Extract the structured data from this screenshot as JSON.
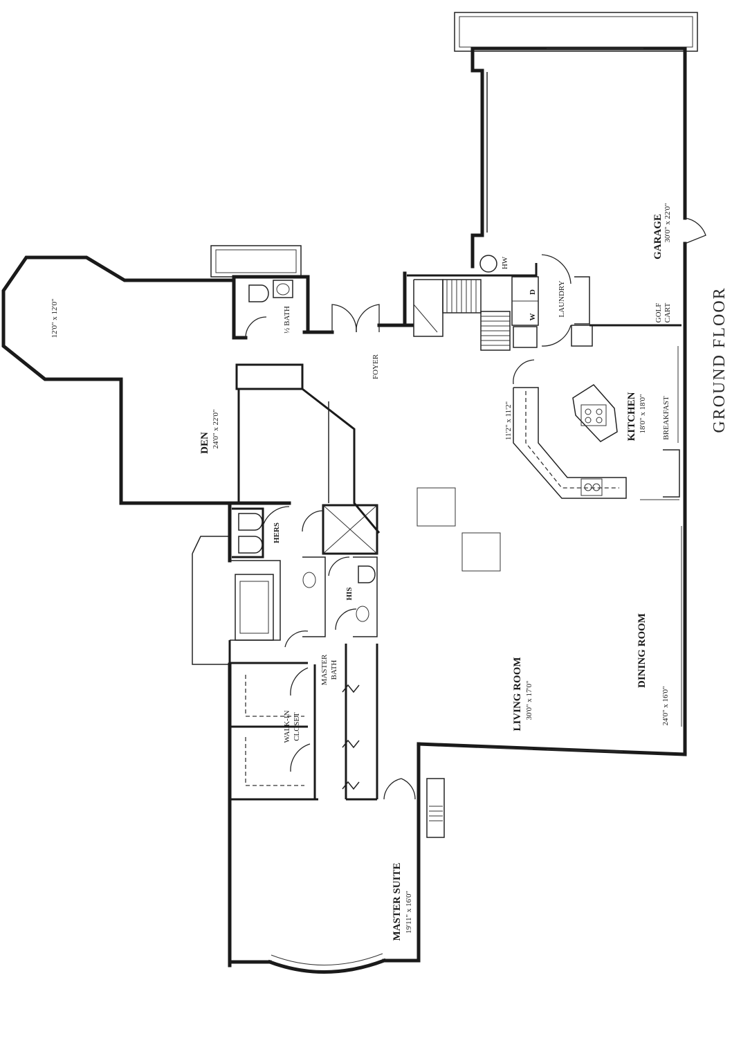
{
  "plan_title": "GROUND FLOOR",
  "rooms": {
    "garage": {
      "name": "GARAGE",
      "dims": "30'0\" x 22'0\""
    },
    "golf_cart": {
      "name": "GOLF",
      "name2": "CART"
    },
    "laundry": {
      "name": "LAUNDRY",
      "washer": "W",
      "dryer": "D"
    },
    "hw": {
      "name": "HW"
    },
    "kitchen": {
      "name": "KITCHEN",
      "dims": "18'0\" x 18'0\"",
      "breakfast": "BREAKFAST"
    },
    "foyer": {
      "name": "FOYER"
    },
    "foyer_area": {
      "dims": "11'2\" x 11'2\""
    },
    "half_bath": {
      "name": "½ BATH"
    },
    "bay": {
      "dims": "12'0\" x 12'0\""
    },
    "den": {
      "name": "DEN",
      "dims": "24'0\" x 22'0\""
    },
    "hers": {
      "name": "HERS"
    },
    "his": {
      "name": "HIS"
    },
    "master_bath": {
      "name": "MASTER",
      "name2": "BATH"
    },
    "walk_in": {
      "name": "WALK-IN",
      "name2": "CLOSET"
    },
    "living": {
      "name": "LIVING ROOM",
      "dims": "30'0\" x 17'0\""
    },
    "dining": {
      "name": "DINING ROOM",
      "dims": "24'0\" x 16'0\""
    },
    "master_suite": {
      "name": "MASTER SUITE",
      "dims": "19'11\" x 16'0\""
    }
  }
}
